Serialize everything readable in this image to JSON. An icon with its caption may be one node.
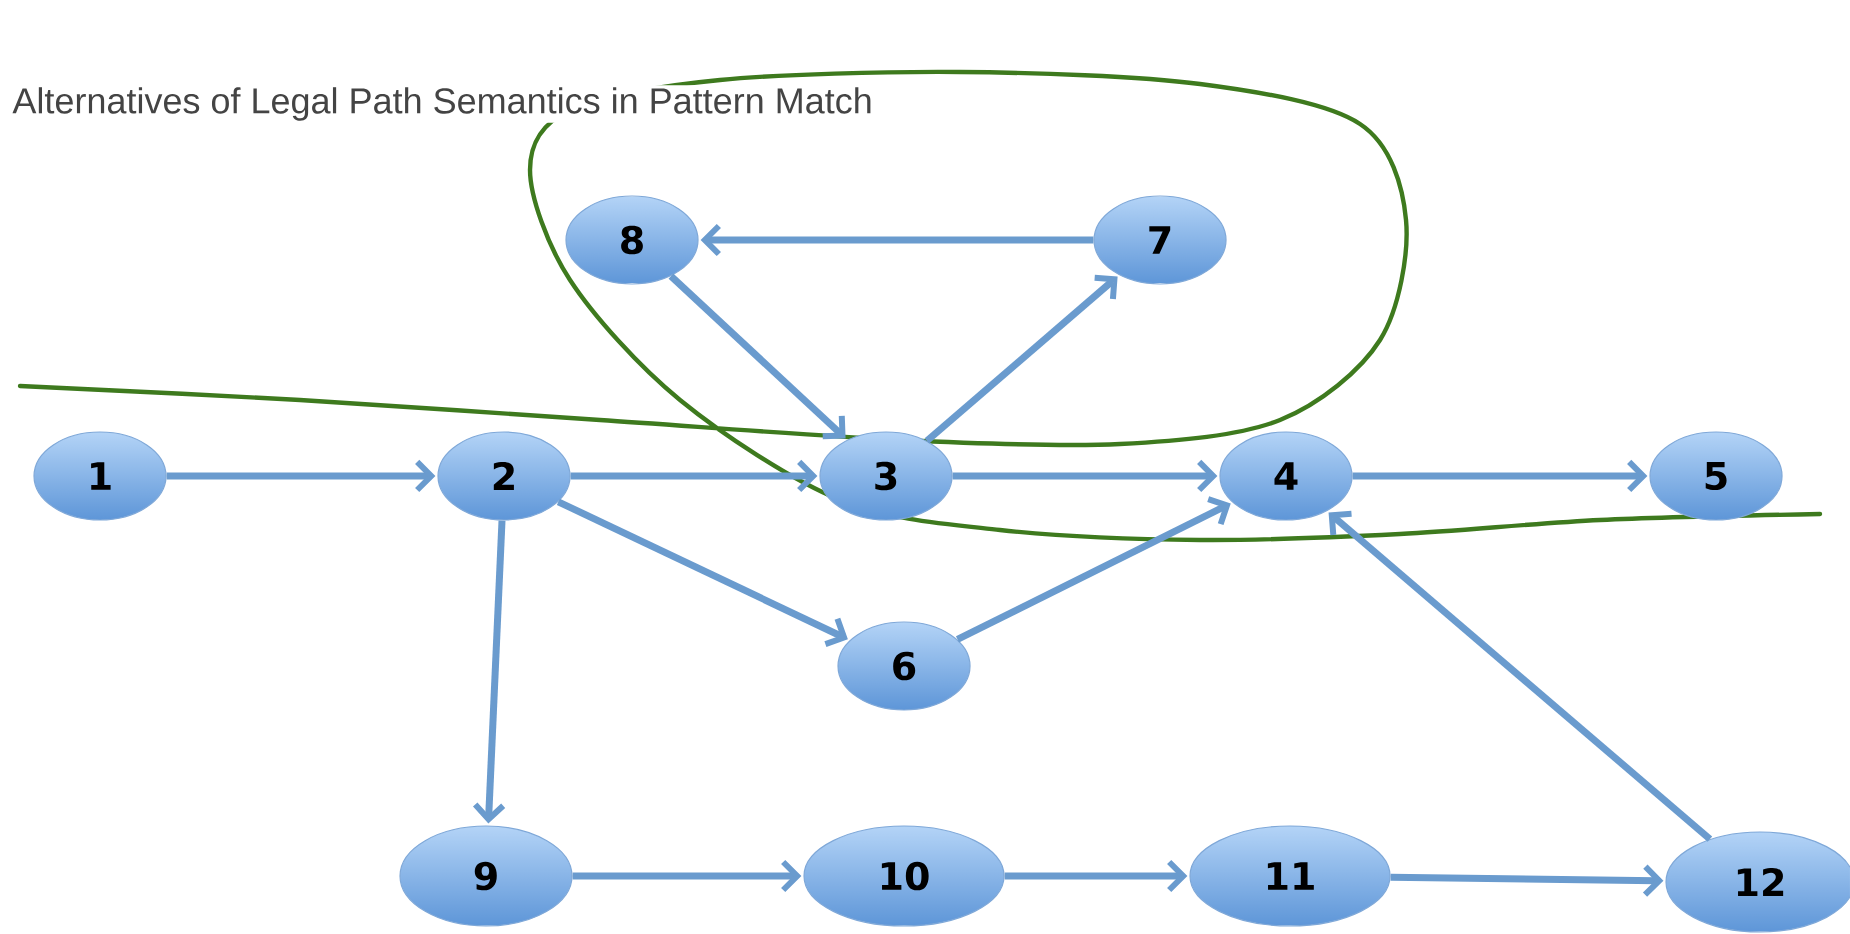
{
  "diagram": {
    "title": "Alternatives of Legal Path Semantics in Pattern Match",
    "nodes": [
      {
        "text": [
          "8"
        ]
      },
      {
        "text": [
          "7"
        ]
      },
      {
        "text": [
          "1"
        ]
      },
      {
        "text": [
          "2"
        ]
      },
      {
        "text": [
          "3"
        ]
      },
      {
        "text": [
          "4"
        ]
      },
      {
        "text": [
          "5"
        ]
      },
      {
        "text": [
          "6"
        ]
      },
      {
        "text": [
          "9"
        ]
      },
      {
        "text": [
          "10"
        ]
      },
      {
        "text": [
          "11"
        ]
      },
      {
        "text": [
          "12"
        ]
      }
    ],
    "edges": [
      {
        "from": 1,
        "to": 0,
        "arrow": "to"
      },
      {
        "from": 0,
        "to": 4,
        "arrow": "to"
      },
      {
        "from": 4,
        "to": 1,
        "arrow": "to"
      },
      {
        "from": 2,
        "to": 3,
        "arrow": "to"
      },
      {
        "from": 3,
        "to": 4,
        "arrow": "to"
      },
      {
        "from": 4,
        "to": 5,
        "arrow": "to"
      },
      {
        "from": 5,
        "to": 6,
        "arrow": "to"
      },
      {
        "from": 3,
        "to": 7,
        "arrow": "to"
      },
      {
        "from": 7,
        "to": 5,
        "arrow": "to"
      },
      {
        "from": 3,
        "to": 8,
        "arrow": "to"
      },
      {
        "from": 8,
        "to": 9,
        "arrow": "to"
      },
      {
        "from": 9,
        "to": 10,
        "arrow": "to"
      },
      {
        "from": 10,
        "to": 11,
        "arrow": "to"
      },
      {
        "from": 11,
        "to": 5,
        "arrow": "to"
      }
    ]
  }
}
